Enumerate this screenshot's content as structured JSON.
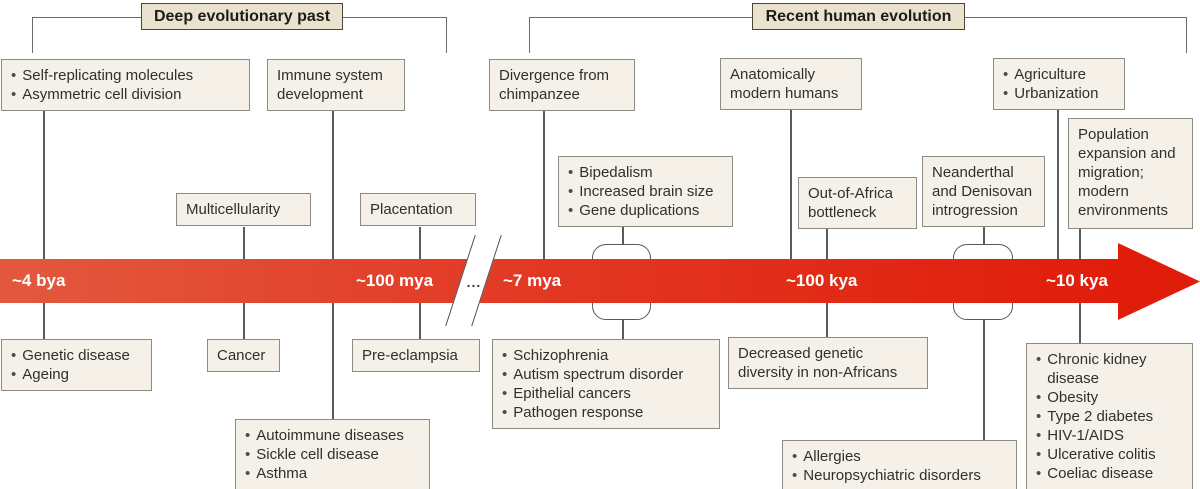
{
  "era_headers": {
    "deep": "Deep evolutionary past",
    "recent": "Recent human evolution"
  },
  "timeline": {
    "tick_4bya": "~4 bya",
    "tick_100mya": "~100 mya",
    "break_ellipsis": "...",
    "tick_7mya": "~7 mya",
    "tick_100kya": "~100 kya",
    "tick_10kya": "~10 kya",
    "arrow_color_start": "#e2593f",
    "arrow_color_end": "#e01d0a"
  },
  "glyphs": {
    "bullet": "•"
  },
  "colors": {
    "box_fill": "#f6f1e8",
    "box_border": "#8b8b83",
    "header_fill": "#e9e2cc",
    "line": "#5a5a5a"
  },
  "events": {
    "origin": {
      "items": [
        "Self-replicating molecules",
        "Asymmetric cell division"
      ]
    },
    "immune": {
      "text": "Immune system development"
    },
    "multicellularity": {
      "text": "Multicellularity"
    },
    "placentation": {
      "text": "Placentation"
    },
    "divergence": {
      "text": "Divergence from chimpanzee"
    },
    "hominin": {
      "items": [
        "Bipedalism",
        "Increased brain size",
        "Gene duplications"
      ]
    },
    "amh": {
      "text": "Anatomically modern humans"
    },
    "bottleneck": {
      "text": "Out-of-Africa bottleneck"
    },
    "introgression": {
      "text": "Neanderthal and Denisovan introgression"
    },
    "agriculture": {
      "items": [
        "Agriculture",
        "Urbanization"
      ]
    },
    "population": {
      "text": "Population expansion and migration; modern environments"
    }
  },
  "outcomes": {
    "genetic": {
      "items": [
        "Genetic disease",
        "Ageing"
      ]
    },
    "cancer": {
      "text": "Cancer"
    },
    "preeclampsia": {
      "text": "Pre-eclampsia"
    },
    "autoimmune": {
      "items": [
        "Autoimmune diseases",
        "Sickle cell disease",
        "Asthma"
      ]
    },
    "psych": {
      "items": [
        "Schizophrenia",
        "Autism spectrum disorder",
        "Epithelial cancers",
        "Pathogen response"
      ]
    },
    "diversity": {
      "text": "Decreased genetic diversity in non-Africans"
    },
    "allergies": {
      "items": [
        "Allergies",
        "Neuropsychiatric disorders"
      ]
    },
    "modern": {
      "items": [
        "Chronic kidney disease",
        "Obesity",
        "Type 2 diabetes",
        "HIV-1/AIDS",
        "Ulcerative colitis",
        "Coeliac disease"
      ]
    }
  }
}
